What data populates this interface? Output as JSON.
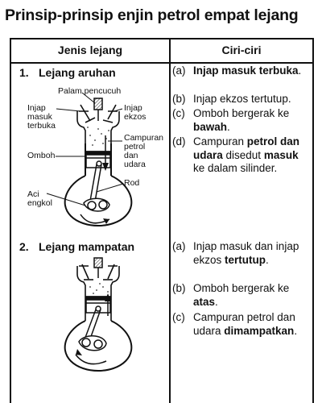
{
  "title": "Prinsip-prinsip enjin petrol empat lejang",
  "table": {
    "header_left": "Jenis lejang",
    "header_right": "Ciri-ciri"
  },
  "strokes": [
    {
      "number": "1.",
      "name": "Lejang aruhan",
      "labels": {
        "spark_plug": "Palam pencucuh",
        "inlet_1": "Injap",
        "inlet_2": "masuk",
        "inlet_3": "terbuka",
        "exhaust_1": "Injap",
        "exhaust_2": "ekzos",
        "mixture_1": "Campuran",
        "mixture_2": "petrol",
        "mixture_3": "dan",
        "mixture_4": "udara",
        "piston": "Omboh",
        "rod": "Rod",
        "crank_1": "Aci",
        "crank_2": "engkol"
      },
      "features": [
        {
          "key": "(a)",
          "parts": [
            [
              "Injap masuk terbuka",
              true
            ],
            [
              ".",
              false
            ]
          ]
        },
        {
          "key": "(b)",
          "parts": [
            [
              "Injap ekzos tertutup.",
              false
            ]
          ]
        },
        {
          "key": "(c)",
          "parts": [
            [
              "Omboh bergerak ke ",
              false
            ],
            [
              "bawah",
              true
            ],
            [
              ".",
              false
            ]
          ]
        },
        {
          "key": "(d)",
          "parts": [
            [
              "Campuran ",
              false
            ],
            [
              "petrol dan udara",
              true
            ],
            [
              " disedut ",
              false
            ],
            [
              "masuk",
              true
            ],
            [
              " ke dalam silinder.",
              false
            ]
          ]
        }
      ]
    },
    {
      "number": "2.",
      "name": "Lejang mampatan",
      "features": [
        {
          "key": "(a)",
          "parts": [
            [
              "Injap masuk dan injap ekzos ",
              false
            ],
            [
              "tertutup",
              true
            ],
            [
              ".",
              false
            ]
          ]
        },
        {
          "key": "(b)",
          "parts": [
            [
              "Omboh bergerak ke ",
              false
            ],
            [
              "atas",
              true
            ],
            [
              ".",
              false
            ]
          ]
        },
        {
          "key": "(c)",
          "parts": [
            [
              "Campuran petrol dan udara ",
              false
            ],
            [
              "dimampatkan",
              true
            ],
            [
              ".",
              false
            ]
          ]
        }
      ]
    }
  ]
}
